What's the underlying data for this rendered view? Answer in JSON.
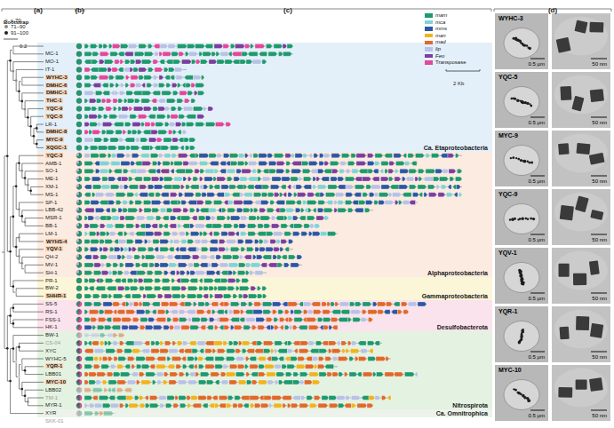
{
  "diagram": {
    "nodes": [
      {
        "text": [
          "Ca. Etaproteobacteria"
        ]
      },
      {
        "text": [
          "Alphaproteobacteria"
        ]
      },
      {
        "text": [
          "Gammaproteobacteria"
        ]
      },
      {
        "text": [
          "Desulfobacterota"
        ]
      },
      {
        "text": [
          "Nitrospirota"
        ]
      },
      {
        "text": [
          "Ca. Omnitrophica"
        ]
      },
      {
        "text": [
          "WYHC-3",
          "0.5 μm"
        ]
      },
      {
        "text": [
          "50 nm"
        ]
      },
      {
        "text": [
          "YQC-5",
          "0.5 μm"
        ]
      },
      {
        "text": [
          "50 nm"
        ]
      },
      {
        "text": [
          "MYC-9",
          "0.5 μm"
        ]
      },
      {
        "text": [
          "50 nm"
        ]
      },
      {
        "text": [
          "YQC-9",
          "0.5 μm"
        ]
      },
      {
        "text": [
          "50 nm"
        ]
      },
      {
        "text": [
          "YQV-1",
          "0.5 μm"
        ]
      },
      {
        "text": [
          "50 nm"
        ]
      },
      {
        "text": [
          "YQR-1",
          "0.5 μm"
        ]
      },
      {
        "text": [
          "50 nm"
        ]
      },
      {
        "text": [
          "MYC-10",
          "0.5 μm"
        ]
      },
      {
        "text": [
          "50 nm"
        ]
      }
    ],
    "labels": [
      "(a)",
      "(b)",
      "(c)",
      "(d)",
      "Bootstrap",
      "0.2",
      "2 Kb",
      "MC-1",
      "MO-1",
      "IT-1",
      "WYHC-3",
      "DMHC-6",
      "DMHC-1",
      "THC-1",
      "YQC-9",
      "YQC-5",
      "LR-1",
      "DMHC-8",
      "MYC-9",
      "XQGC-1",
      "YQC-3",
      "AMB-1",
      "SO-1",
      "ME-1",
      "XM-1",
      "MS-1",
      "SP-1",
      "LBB-42",
      "MSR-1",
      "BB-1",
      "LM-1",
      "WYHS-4",
      "YQV-1",
      "QH-2",
      "MV-1",
      "SH-1",
      "PR-1",
      "BW-2",
      "SHHR-1",
      "SS-5",
      "RS-1",
      "FSS-1",
      "HK-1",
      "BW-1",
      "CS-04",
      "XYC",
      "WYHC-5",
      "YQR-1",
      "LBB01",
      "MYC-10",
      "LBB02",
      "TM-1",
      "MYR-1",
      "XYR",
      "SKK-01"
    ],
    "legend": [
      {
        "text": "≤ 70"
      },
      {
        "text": "71–90"
      },
      {
        "text": "91–100"
      },
      {
        "text": "mam",
        "color": "#1f9a6e"
      },
      {
        "text": "mca",
        "color": "#7fd4d6"
      },
      {
        "text": "mms",
        "color": "#2c58a4"
      },
      {
        "text": "man",
        "color": "#f0b41e"
      },
      {
        "text": "mad",
        "color": "#e0692b"
      },
      {
        "text": "lip",
        "color": "#b8c2e6"
      },
      {
        "text": "Feo",
        "color": "#7b3f9e"
      },
      {
        "text": "Transposase",
        "color": "#e2489c"
      }
    ]
  }
}
